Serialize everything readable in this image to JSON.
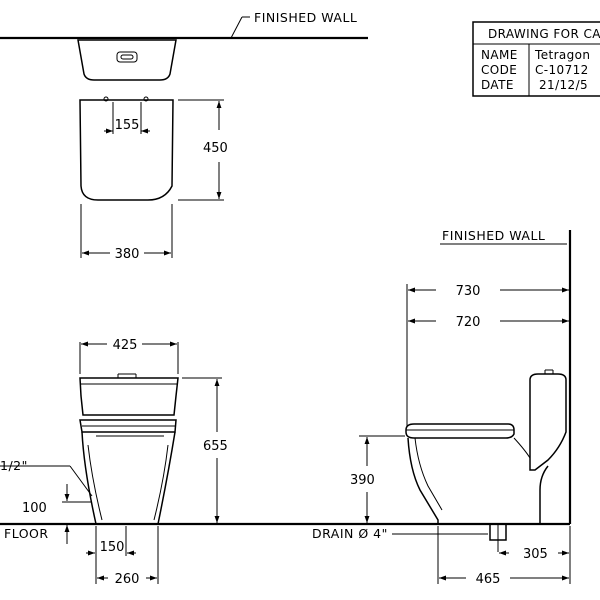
{
  "top_view": {
    "wall_label": "FINISHED WALL",
    "dim_width": "380",
    "dim_depth": "450",
    "dim_inner": "155"
  },
  "title_block": {
    "heading": "DRAWING FOR CA",
    "rows": [
      {
        "key": "NAME",
        "value": "Tetragon"
      },
      {
        "key": "CODE",
        "value": "C-10712"
      },
      {
        "key": "DATE",
        "value": "21/12/5"
      }
    ]
  },
  "front_view": {
    "dim_tank_width": "425",
    "dim_height": "655",
    "dim_floor_offset": "100",
    "dim_base_inner": "150",
    "dim_base_width": "260",
    "inlet_label": "1/2\"",
    "floor_label": "FLOOR"
  },
  "side_view": {
    "wall_label": "FINISHED WALL",
    "dim_overall": "730",
    "dim_seat": "720",
    "dim_seat_height": "390",
    "drain_label": "DRAIN Ø 4\"",
    "dim_rough_in": "305",
    "dim_base_depth": "465"
  }
}
